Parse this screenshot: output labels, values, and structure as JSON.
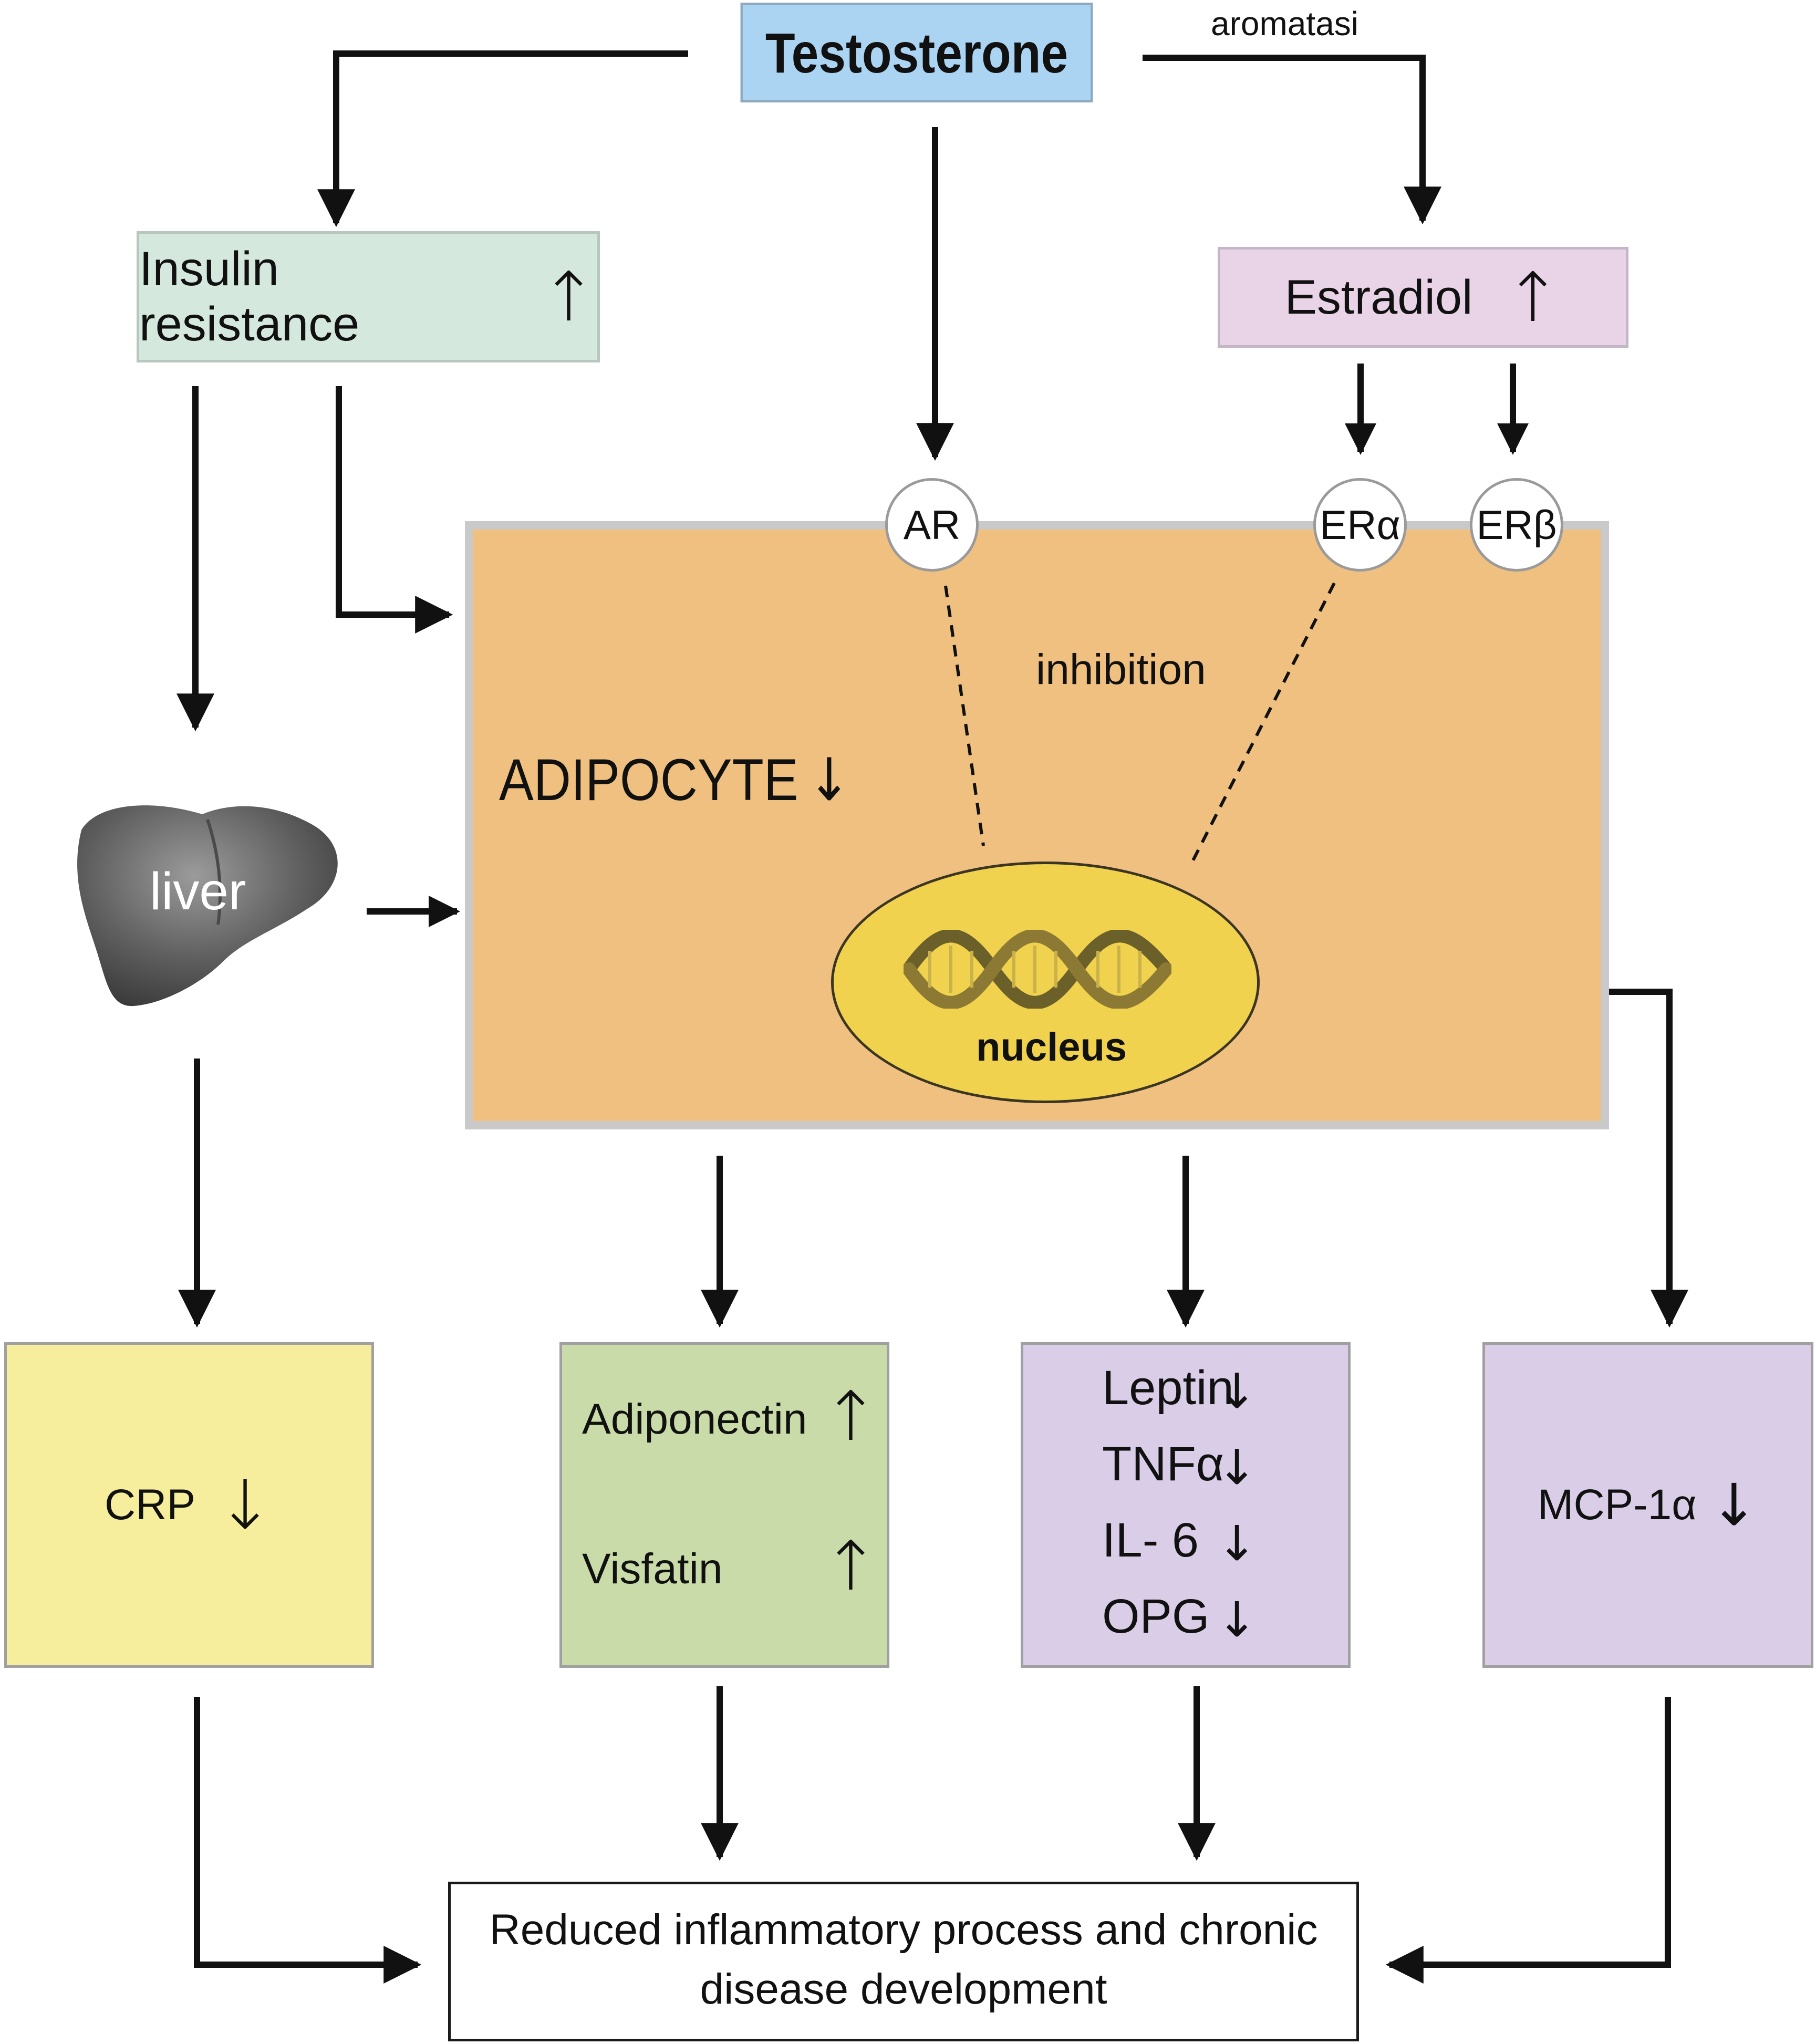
{
  "top": {
    "testosterone": "Testosterone",
    "aromatase_label": "aromatasi"
  },
  "left_branch": {
    "insulin_resistance": "Insulin resistance",
    "insulin_trend": "↑",
    "liver": "liver"
  },
  "right_branch": {
    "estradiol": "Estradiol",
    "estradiol_trend": "↑"
  },
  "adipocyte": {
    "label": "ADIPOCYTE",
    "trend": "↓",
    "inhibition": "inhibition",
    "nucleus": "nucleus",
    "receptors": [
      "AR",
      "ERα",
      "ERβ"
    ]
  },
  "outputs": {
    "crp": {
      "label": "CRP",
      "trend": "↓"
    },
    "adipokines_up": [
      {
        "label": "Adiponectin",
        "trend": "↑"
      },
      {
        "label": "Visfatin",
        "trend": "↑"
      }
    ],
    "adipokines_down": [
      {
        "label": "Leptin",
        "trend": "↓"
      },
      {
        "label": "TNFα",
        "trend": "↓"
      },
      {
        "label": "IL- 6",
        "trend": "↓"
      },
      {
        "label": "OPG",
        "trend": "↓"
      }
    ],
    "mcp": {
      "label": "MCP-1α",
      "trend": "↓"
    }
  },
  "result": {
    "line1": "Reduced inflammatory process and chronic",
    "line2": "disease development"
  },
  "colors": {
    "testosterone_box": "#abd4f3",
    "insulin_box": "#d4e8dd",
    "estradiol_box": "#e8d3e7",
    "adipocyte": "#efc07f",
    "nucleus": "#f1d24e",
    "crp_box": "#f6ee9d",
    "adiponectin_box": "#c9dba8",
    "cytokine_box": "#dacde7"
  }
}
